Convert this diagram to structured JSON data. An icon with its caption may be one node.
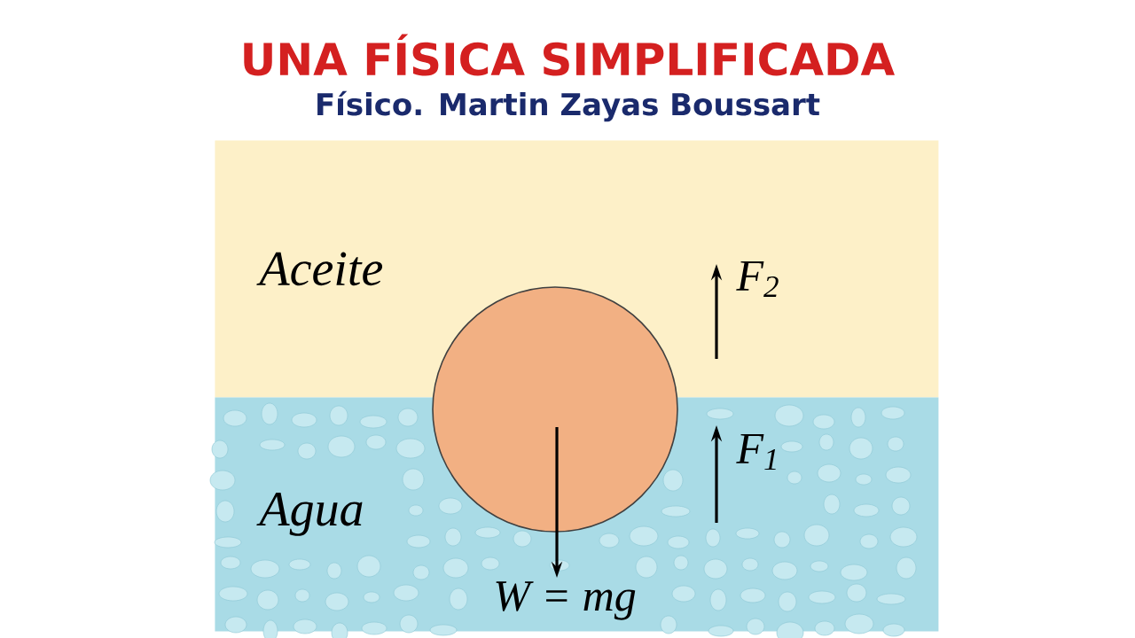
{
  "diagram": {
    "title": "UNA FÍSICA SIMPLIFICADA",
    "caption": "Físico. Martin Zayas Boussart",
    "nodes": [
      {
        "text": [
          "Aceite"
        ]
      },
      {
        "text": [
          "Agua"
        ]
      }
    ],
    "labels": [
      "F$_{2}$",
      "F$_{1}$",
      "W = mg"
    ]
  }
}
